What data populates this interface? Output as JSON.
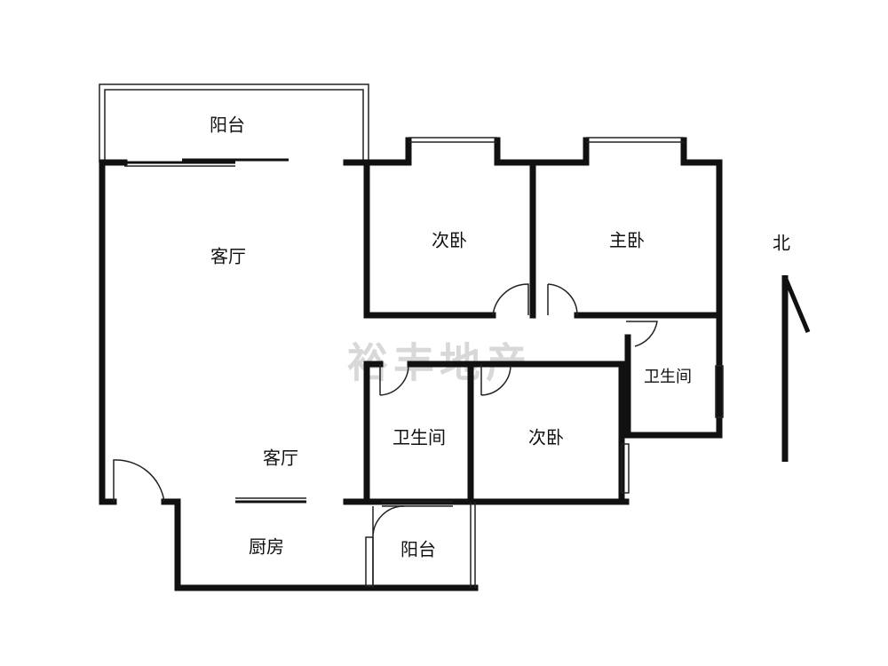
{
  "watermark": "裕丰地产",
  "compass": {
    "label": "北"
  },
  "rooms": {
    "balcony_top": "阳台",
    "living_room_top": "客厅",
    "bedroom_second_top": "次卧",
    "master_bedroom": "主卧",
    "bathroom_right": "卫生间",
    "bathroom_middle": "卫生间",
    "bedroom_second_bottom": "次卧",
    "living_room_bottom": "客厅",
    "kitchen": "厨房",
    "balcony_bottom": "阳台"
  }
}
